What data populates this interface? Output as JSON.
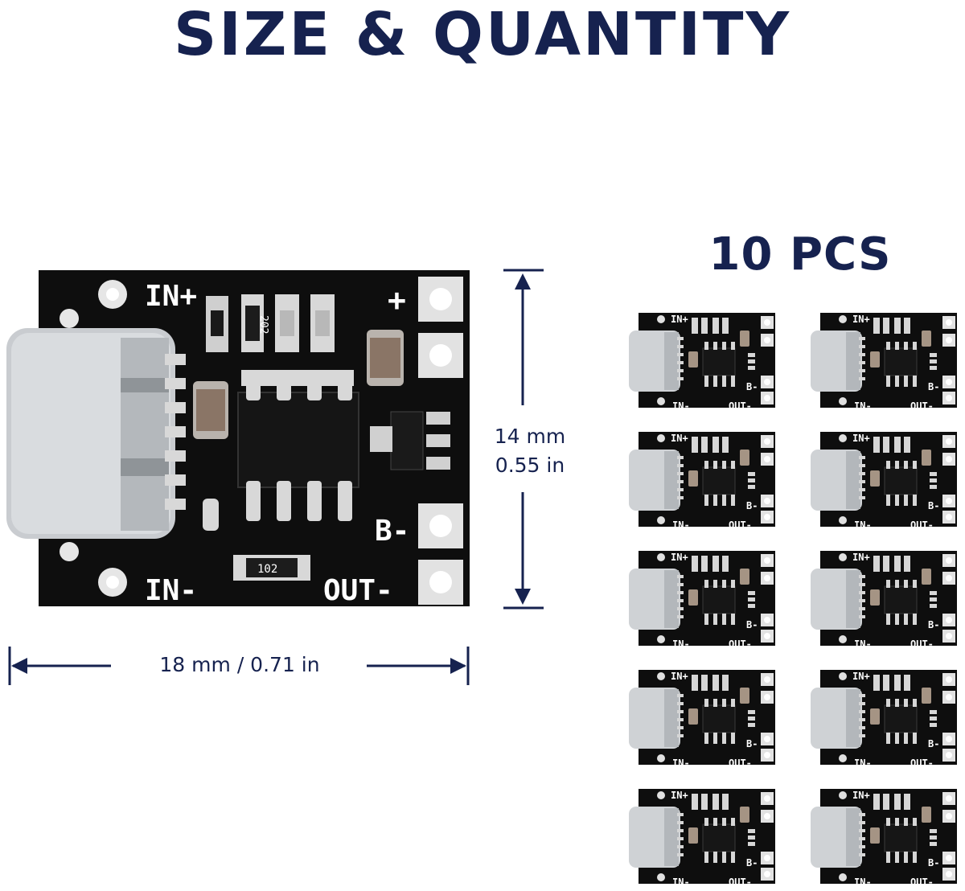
{
  "title": "SIZE & QUANTITY",
  "quantity_label": "10 PCS",
  "dimensions": {
    "width_label": "18 mm / 0.71 in",
    "height_label_mm": "14 mm",
    "height_label_in": "0.55 in"
  },
  "board_labels": {
    "in_plus": "IN+",
    "in_minus": "IN-",
    "plus": "+",
    "b_minus": "B-",
    "out_minus": "OUT-",
    "resistor_top": "202",
    "resistor_bottom": "102"
  },
  "mini_labels": {
    "in_plus": "IN+",
    "in_minus": "IN-",
    "b_minus": "B-",
    "out_minus": "OUT-"
  },
  "colors": {
    "title": "#16224f",
    "board": "#111111",
    "silkscreen": "#ffffff",
    "usb_metal": "#c9ccd0"
  },
  "module_count": 10
}
